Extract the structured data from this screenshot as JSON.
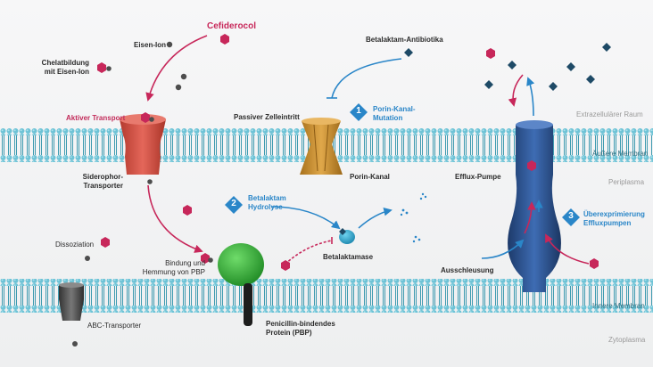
{
  "colors": {
    "membrane": "#5fb8cc",
    "membrane_dark": "#3a93a8",
    "cefiderocol": "#c7275a",
    "betalactam": "#1e4a66",
    "iron": "#555555",
    "arrow_red": "#c7275a",
    "arrow_blue": "#2a86c8",
    "siderophore_transporter": "#d9584a",
    "porin": "#c98f2e",
    "efflux_pump": "#2a4f8c",
    "pbp": "#3cab3c",
    "betalactamase": "#2da2c9",
    "abc_transporter": "#555555"
  },
  "labels": {
    "cefiderocol": "Cefiderocol",
    "iron_ion": "Eisen-Ion",
    "chelation": "Chelatbildung\nmit Eisen-Ion",
    "active_transport": "Aktiver Transport",
    "siderophore_transporter": "Siderophor-\nTransporter",
    "betalactam_antibiotics": "Betalaktam-Antibiotika",
    "passive_entry": "Passiver Zelleintritt",
    "porin_channel": "Porin-Kanal",
    "efflux_pump": "Efflux-Pumpe",
    "dissociation": "Dissoziation",
    "binding": "Bindung und\nHemmung von PBP",
    "pbp": "Penicillin-bindendes\nProtein (PBP)",
    "abc_transporter": "ABC-Transporter",
    "betalactamase": "Betalaktamase",
    "expulsion": "Ausschleusung"
  },
  "regions": {
    "extracellular": "Extrazellulärer Raum",
    "outer_membrane": "Äußere Membran",
    "periplasm": "Periplasma",
    "inner_membrane": "Innere Membran",
    "cytoplasm": "Zytoplasma"
  },
  "mechanisms": [
    {
      "number": "1",
      "text": "Porin-Kanal-\nMutation"
    },
    {
      "number": "2",
      "text": "Betalaktam\nHydrolyse"
    },
    {
      "number": "3",
      "text": "Überexprimierung\nEffluxpumpen"
    }
  ]
}
